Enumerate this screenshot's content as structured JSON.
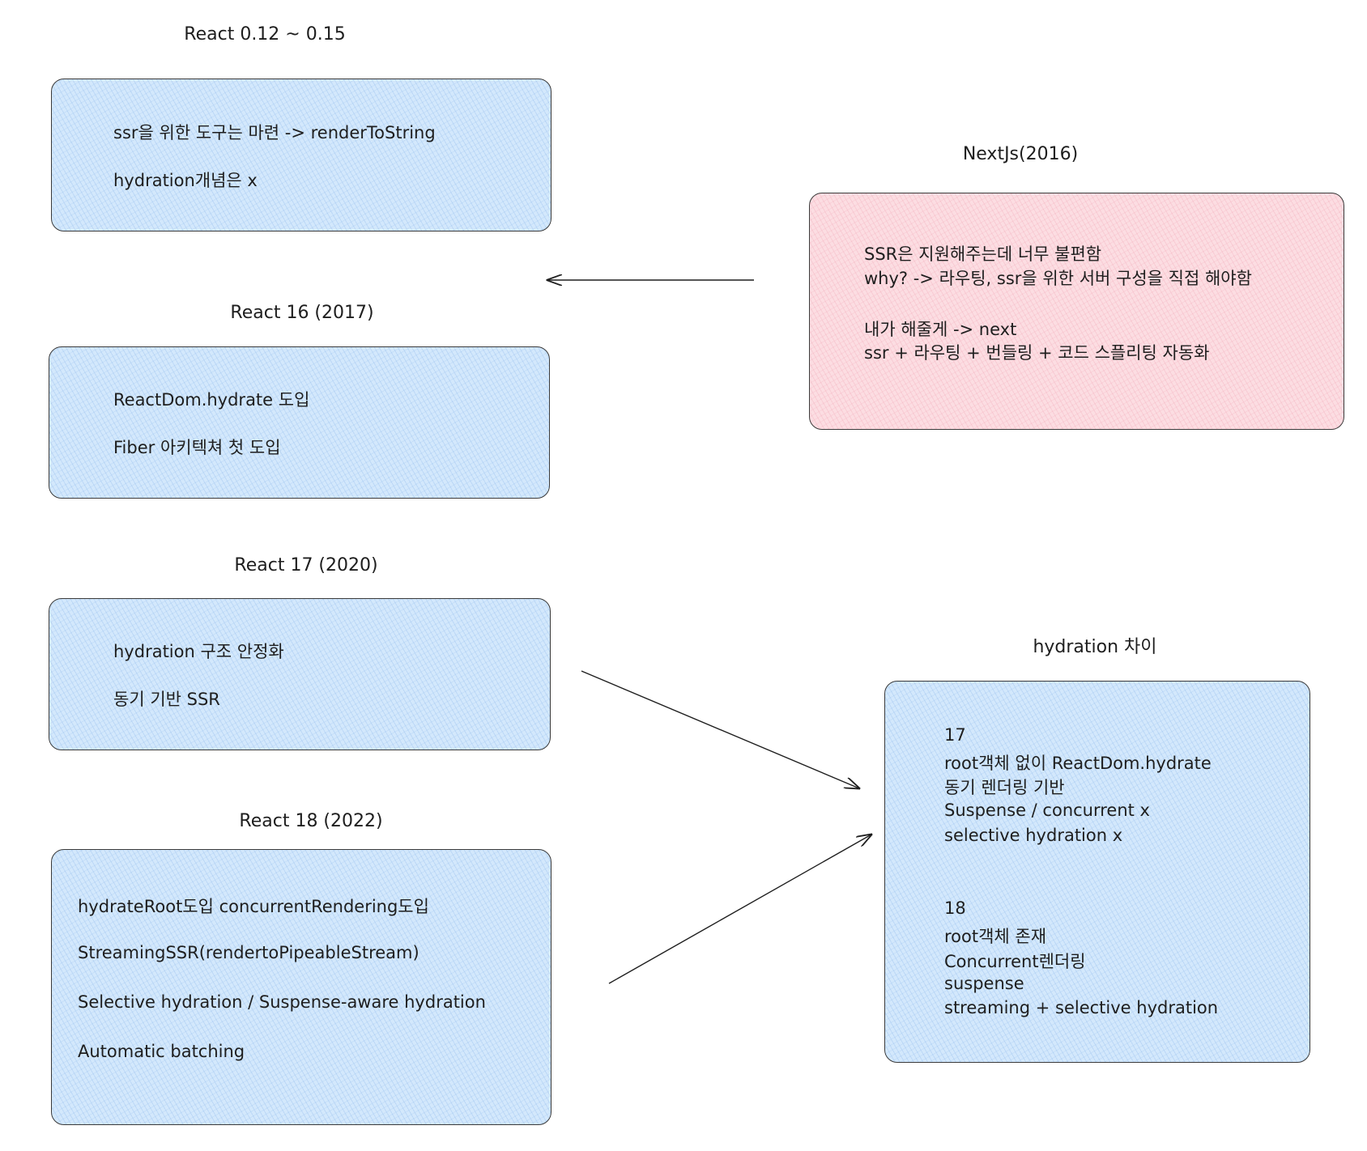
{
  "colors": {
    "blue_fill": "#d3e8fc",
    "pink_fill": "#fcdde2",
    "stroke": "#1e1e1e"
  },
  "react_012": {
    "title": "React 0.12 ~ 0.15",
    "lines": [
      "ssr을 위한 도구는 마련 -> renderToString",
      "hydration개념은 x"
    ]
  },
  "react_16": {
    "title": "React 16 (2017)",
    "lines": [
      "ReactDom.hydrate 도입",
      "Fiber 아키텍쳐 첫 도입"
    ]
  },
  "react_17": {
    "title": "React 17 (2020)",
    "lines": [
      "hydration 구조 안정화",
      "동기 기반 SSR"
    ]
  },
  "react_18": {
    "title": "React 18 (2022)",
    "lines": [
      "hydrateRoot도입    concurrentRendering도입",
      "StreamingSSR(rendertoPipeableStream)",
      "Selective hydration / Suspense-aware hydration",
      "Automatic batching"
    ]
  },
  "nextjs": {
    "title": "NextJs(2016)",
    "lines": [
      "SSR은 지원해주는데 너무 불편함",
      "why? -> 라우팅, ssr을 위한 서버 구성을 직접 해야함",
      "내가 해줄게 -> next",
      "ssr + 라우팅 + 번들링 + 코드 스플리팅 자동화"
    ]
  },
  "diff": {
    "title": "hydration 차이",
    "lines": [
      "17",
      "root객체 없이 ReactDom.hydrate",
      "동기 렌더링 기반",
      "Suspense / concurrent x",
      "selective hydration x",
      "18",
      "root객체 존재",
      "Concurrent렌더링",
      "suspense",
      "streaming + selective hydration"
    ]
  }
}
